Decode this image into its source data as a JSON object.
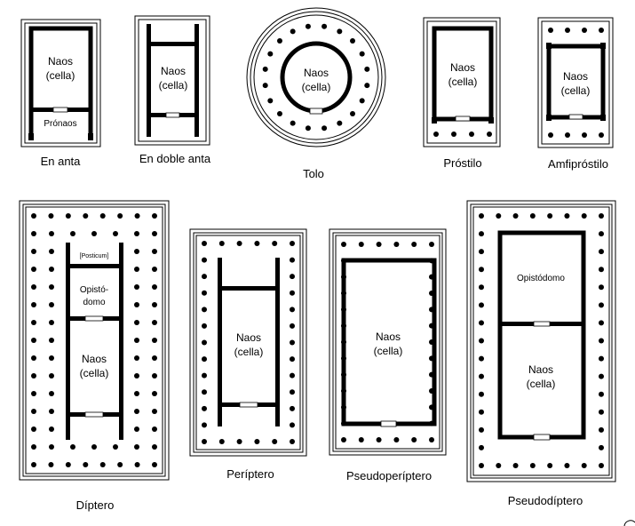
{
  "plans": [
    {
      "id": "en-anta",
      "caption": "En anta",
      "lines": [
        "Naos",
        "(cella)"
      ],
      "extra": "Prónaos"
    },
    {
      "id": "en-doble-anta",
      "caption": "En doble anta",
      "lines": [
        "Naos",
        "(cella)"
      ]
    },
    {
      "id": "tolo",
      "caption": "Tolo",
      "lines": [
        "Naos",
        "(cella)"
      ]
    },
    {
      "id": "prostilo",
      "caption": "Próstilo",
      "lines": [
        "Naos",
        "(cella)"
      ]
    },
    {
      "id": "amfiprostilo",
      "caption": "Amfipróstilo",
      "lines": [
        "Naos",
        "(cella)"
      ]
    },
    {
      "id": "diptero",
      "caption": "Díptero",
      "lines": [
        "Naos",
        "(cella)"
      ],
      "posticum": "[Posticum]",
      "opisto_lines": [
        "Opistó-",
        "domo"
      ]
    },
    {
      "id": "periptero",
      "caption": "Períptero",
      "lines": [
        "Naos",
        "(cella)"
      ]
    },
    {
      "id": "pseudoperiptero",
      "caption": "Pseudoperíptero",
      "lines": [
        "Naos",
        "(cella)"
      ]
    },
    {
      "id": "pseudodiptero",
      "caption": "Pseudodíptero",
      "lines": [
        "Naos",
        "(cella)"
      ],
      "opisto": "Opistódomo"
    }
  ],
  "colors": {
    "ink": "#000000",
    "paper": "#ffffff"
  }
}
